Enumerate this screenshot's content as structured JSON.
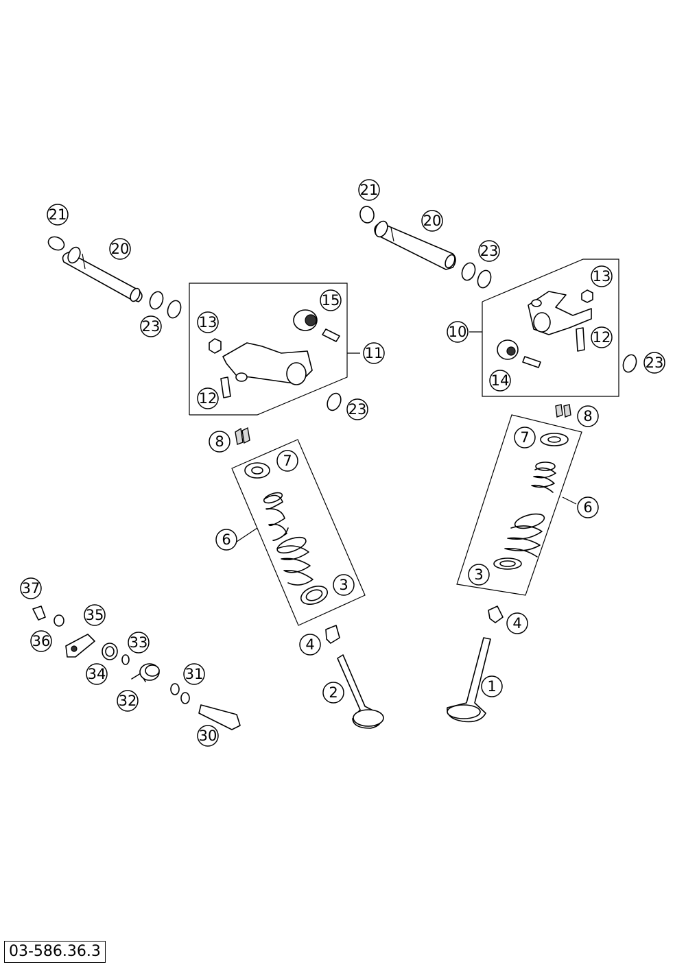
{
  "drawing_number": "03-586.36.3",
  "callouts": {
    "c21a": "21",
    "c20a": "20",
    "c23a": "23",
    "c15": "15",
    "c13a": "13",
    "c11": "11",
    "c12a": "12",
    "c23b": "23",
    "c8a": "8",
    "c7a": "7",
    "c6a": "6",
    "c3a": "3",
    "c4a": "4",
    "c2": "2",
    "c21b": "21",
    "c20b": "20",
    "c23c": "23",
    "c13b": "13",
    "c10": "10",
    "c12b": "12",
    "c14": "14",
    "c23d": "23",
    "c8b": "8",
    "c7b": "7",
    "c6b": "6",
    "c3b": "3",
    "c4b": "4",
    "c1": "1",
    "c37": "37",
    "c35": "35",
    "c36": "36",
    "c33": "33",
    "c34": "34",
    "c31": "31",
    "c32": "32",
    "c30": "30"
  }
}
